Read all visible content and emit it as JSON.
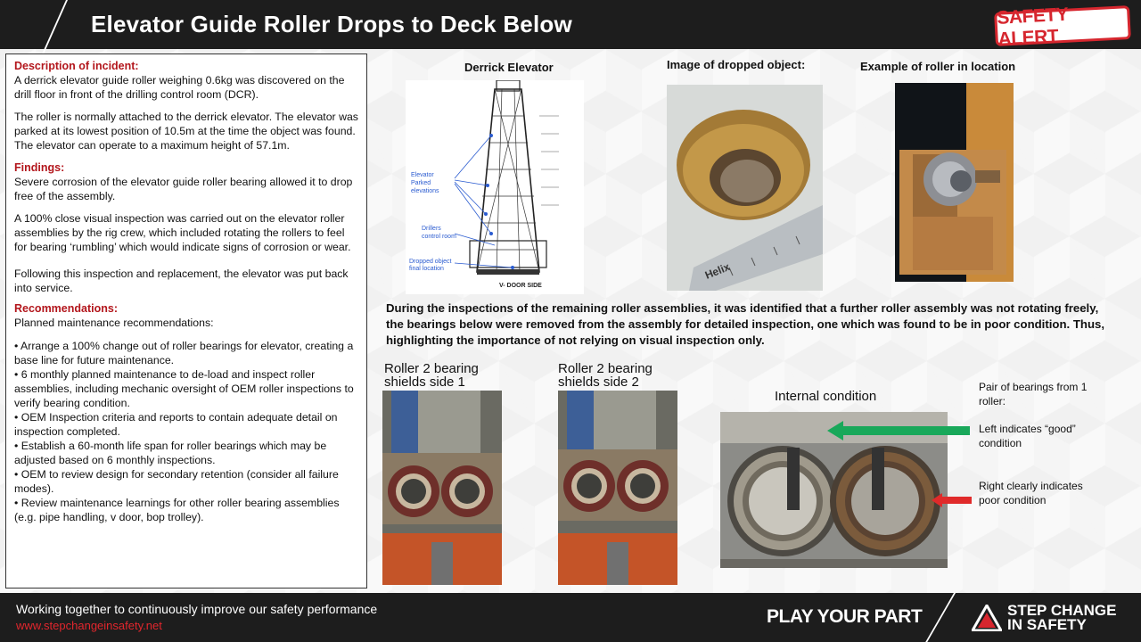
{
  "header": {
    "title": "Elevator Guide Roller Drops to Deck Below",
    "badge": "SAFETY ALERT"
  },
  "left": {
    "description_head": "Description of incident:",
    "description_p1": "A derrick elevator guide roller weighing 0.6kg was discovered on the drill floor in front of the drilling control room (DCR).",
    "description_p2": "The roller is normally attached to the derrick elevator.  The elevator was parked at its lowest position of 10.5m at the time the object was found.  The elevator can operate to a maximum height of 57.1m.",
    "findings_head": "Findings:",
    "findings_p1": "Severe corrosion of the elevator guide roller bearing allowed it to drop free of the assembly.",
    "findings_p2": "A 100% close visual inspection was carried out on the elevator roller assemblies by the rig crew, which included rotating the rollers to feel for bearing ‘rumbling’ which would indicate signs of corrosion or wear.",
    "findings_p3": "Following this inspection and replacement, the elevator was put back into service.",
    "recommendations_head": "Recommendations:",
    "recommendations_intro": "Planned maintenance recommendations:",
    "recommendations": [
      "• Arrange a 100% change out of roller bearings for elevator, creating a base line for future maintenance.",
      "• 6 monthly planned maintenance to de-load and inspect roller assemblies, including mechanic oversight of OEM roller inspections to verify bearing condition.",
      "• OEM Inspection criteria and reports to contain adequate detail on inspection completed.",
      "• Establish a 60-month life span for roller bearings which may be adjusted based on 6 monthly inspections.",
      "• OEM to review design for secondary retention (consider all failure modes).",
      "• Review maintenance learnings for other roller bearing assemblies (e.g. pipe handling, v door, bop trolley)."
    ]
  },
  "figures": {
    "derrick_caption": "Derrick Elevator",
    "dropped_caption": "Image of dropped object:",
    "roller_caption": "Example of roller in location",
    "diagram_labels": {
      "parked": "Elevator Parked elevations",
      "drillers": "Drillers control room",
      "dropped": "Dropped object final location",
      "door_side": "V- DOOR SIDE"
    },
    "ruler_brand": "Helix",
    "description": "During the inspections of the remaining roller assemblies, it was identified that a further roller assembly was not rotating freely, the bearings below were removed from the assembly for detailed inspection, one which was found to be in poor condition. Thus, highlighting the importance of not relying on visual inspection only.",
    "side1": "Roller 2 bearing shields side 1",
    "side2": "Roller 2 bearing shields side 2",
    "internal": "Internal condition",
    "pair_note": "Pair of bearings from 1 roller:",
    "good_note": "Left indicates “good” condition",
    "poor_note": "Right clearly indicates poor condition"
  },
  "footer": {
    "tagline": "Working together to continuously improve our safety performance",
    "url": "www.stepchangeinsafety.net",
    "play": "PLAY YOUR PART",
    "brand_line1": "STEP CHANGE",
    "brand_line2": "IN SAFETY"
  },
  "colors": {
    "accent_red": "#d6262e",
    "good_arrow": "#19a85a",
    "poor_arrow": "#e02a2a"
  }
}
